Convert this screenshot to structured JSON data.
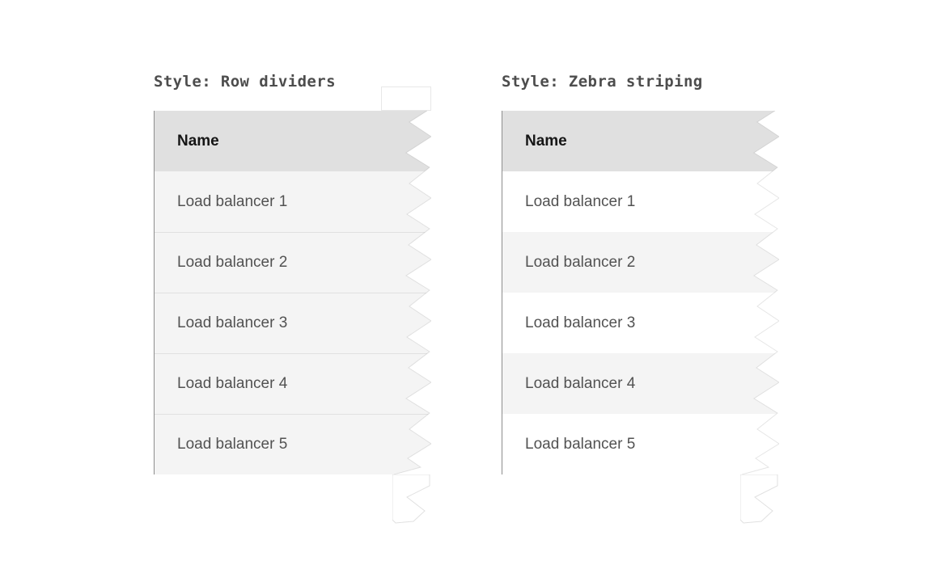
{
  "page": {
    "background": "#ffffff"
  },
  "panels": [
    {
      "caption": "Style: Row dividers",
      "variant": "row-dividers",
      "table": {
        "header": "Name",
        "rows": [
          "Load balancer 1",
          "Load balancer 2",
          "Load balancer 3",
          "Load balancer 4",
          "Load balancer 5"
        ]
      }
    },
    {
      "caption": "Style: Zebra striping",
      "variant": "zebra-striping",
      "table": {
        "header": "Name",
        "rows": [
          "Load balancer 1",
          "Load balancer 2",
          "Load balancer 3",
          "Load balancer 4",
          "Load balancer 5"
        ]
      }
    }
  ],
  "colors": {
    "header_bg": "#e0e0e0",
    "row_bg": "#f4f4f4",
    "zebra_alt_bg": "#ffffff",
    "row_divider": "#e0e0e0",
    "header_text": "#161616",
    "row_text": "#525252",
    "caption_text": "#4d4d4d",
    "table_edge": "#8d8d8d"
  }
}
